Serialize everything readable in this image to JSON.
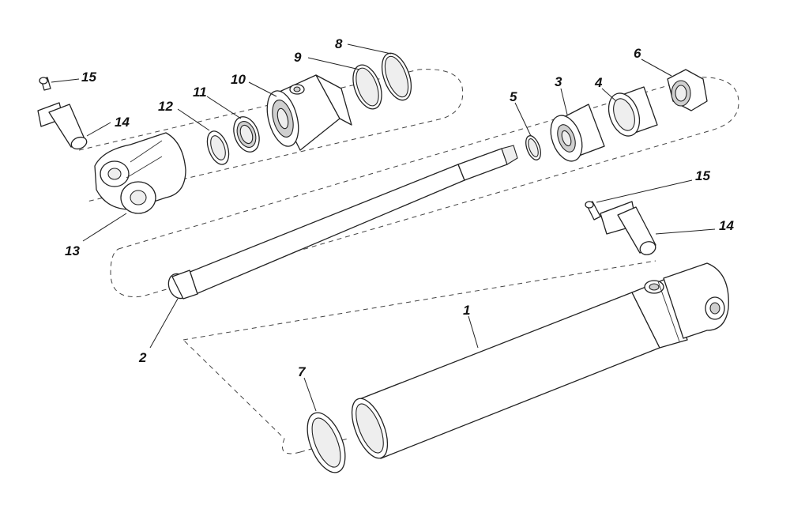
{
  "diagram": {
    "callouts": [
      {
        "id": "c1",
        "label": "1"
      },
      {
        "id": "c2",
        "label": "2"
      },
      {
        "id": "c3",
        "label": "3"
      },
      {
        "id": "c4",
        "label": "4"
      },
      {
        "id": "c5",
        "label": "5"
      },
      {
        "id": "c6",
        "label": "6"
      },
      {
        "id": "c7",
        "label": "7"
      },
      {
        "id": "c8",
        "label": "8"
      },
      {
        "id": "c9",
        "label": "9"
      },
      {
        "id": "c10",
        "label": "10"
      },
      {
        "id": "c11",
        "label": "11"
      },
      {
        "id": "c12",
        "label": "12"
      },
      {
        "id": "c13",
        "label": "13"
      },
      {
        "id": "c14a",
        "label": "14"
      },
      {
        "id": "c14b",
        "label": "14"
      },
      {
        "id": "c15a",
        "label": "15"
      },
      {
        "id": "c15b",
        "label": "15"
      }
    ]
  }
}
